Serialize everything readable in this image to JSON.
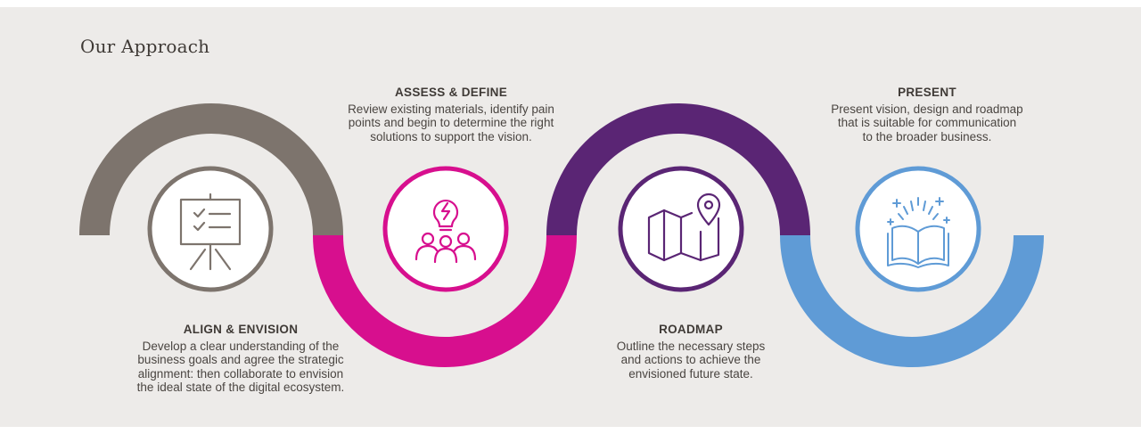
{
  "title": "Our Approach",
  "colors": {
    "align": "#7d746d",
    "assess": "#d70f8e",
    "roadmap": "#5a2574",
    "present": "#5f9bd6",
    "panel": "#edebe9",
    "text": "#4a4541"
  },
  "steps": [
    {
      "heading": "ALIGN & ENVISION",
      "lines": [
        "Develop a clear understanding of the",
        "business goals and agree the strategic",
        "alignment: then collaborate to envision",
        "the ideal state of the digital ecosystem."
      ],
      "icon": "presentation-board-checklist-icon"
    },
    {
      "heading": "ASSESS & DEFINE",
      "lines": [
        "Review existing materials, identify pain",
        "points and begin to determine the right",
        "solutions to support the vision."
      ],
      "icon": "lightbulb-team-icon"
    },
    {
      "heading": "ROADMAP",
      "lines": [
        "Outline the necessary steps",
        "and actions to achieve the",
        "envisioned future state."
      ],
      "icon": "map-pin-icon"
    },
    {
      "heading": "PRESENT",
      "lines": [
        "Present vision, design and roadmap",
        "that is suitable for communication",
        "to the broader business."
      ],
      "icon": "open-book-sparkle-icon"
    }
  ]
}
